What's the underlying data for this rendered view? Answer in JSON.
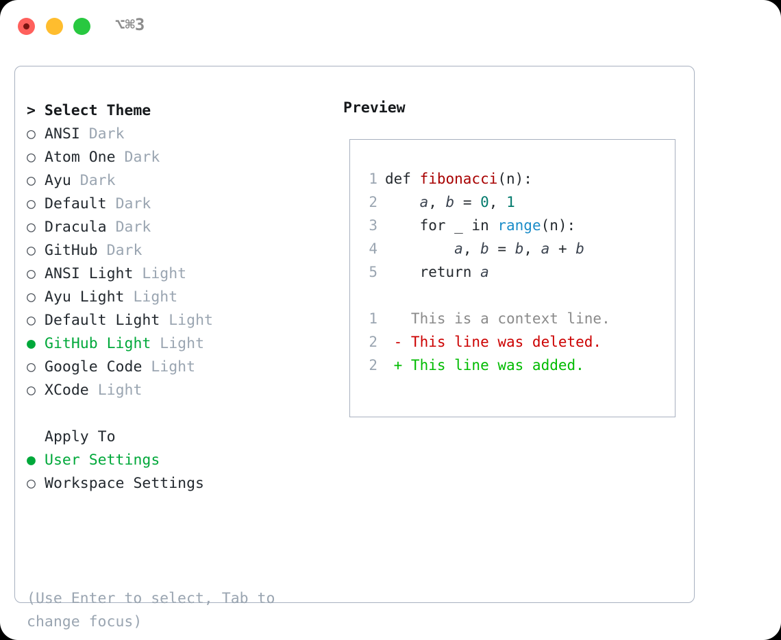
{
  "titlebar": {
    "shortcut": "⌥⌘3",
    "buttons": [
      {
        "name": "close",
        "color": "#ff605c"
      },
      {
        "name": "minimize",
        "color": "#ffbd2e"
      },
      {
        "name": "maximize",
        "color": "#28c840"
      }
    ]
  },
  "colors": {
    "selection_green": "#00a83a",
    "muted": "#9aa5b1",
    "border": "#a7b0bf",
    "diff_deleted": "#cc0000",
    "diff_added": "#00bb00"
  },
  "theme_list": {
    "heading": "> Select Theme",
    "bullet_selected": "●",
    "bullet_unselected": "○",
    "items": [
      {
        "name": "ANSI",
        "badge": "Dark",
        "selected": false
      },
      {
        "name": "Atom One",
        "badge": "Dark",
        "selected": false
      },
      {
        "name": "Ayu",
        "badge": "Dark",
        "selected": false
      },
      {
        "name": "Default",
        "badge": "Dark",
        "selected": false
      },
      {
        "name": "Dracula",
        "badge": "Dark",
        "selected": false
      },
      {
        "name": "GitHub",
        "badge": "Dark",
        "selected": false
      },
      {
        "name": "ANSI Light",
        "badge": "Light",
        "selected": false
      },
      {
        "name": "Ayu Light",
        "badge": "Light",
        "selected": false
      },
      {
        "name": "Default Light",
        "badge": "Light",
        "selected": false
      },
      {
        "name": "GitHub Light",
        "badge": "Light",
        "selected": true
      },
      {
        "name": "Google Code",
        "badge": "Light",
        "selected": false
      },
      {
        "name": "XCode",
        "badge": "Light",
        "selected": false
      }
    ]
  },
  "apply_to": {
    "heading": "Apply To",
    "items": [
      {
        "name": "User Settings",
        "selected": true
      },
      {
        "name": "Workspace Settings",
        "selected": false
      }
    ]
  },
  "hint": "(Use Enter to select, Tab to change focus)",
  "preview": {
    "title": "Preview",
    "code_lines": [
      {
        "num": "1",
        "tokens": [
          {
            "t": "def ",
            "c": "kw"
          },
          {
            "t": "fibonacci",
            "c": "fn"
          },
          {
            "t": "(n):",
            "c": "pl"
          }
        ]
      },
      {
        "num": "2",
        "tokens": [
          {
            "t": "    ",
            "c": "pl"
          },
          {
            "t": "a",
            "c": "var"
          },
          {
            "t": ", ",
            "c": "pl"
          },
          {
            "t": "b",
            "c": "var"
          },
          {
            "t": " = ",
            "c": "pl"
          },
          {
            "t": "0",
            "c": "num"
          },
          {
            "t": ", ",
            "c": "pl"
          },
          {
            "t": "1",
            "c": "num"
          }
        ]
      },
      {
        "num": "3",
        "tokens": [
          {
            "t": "    for _ in ",
            "c": "kw"
          },
          {
            "t": "range",
            "c": "bi"
          },
          {
            "t": "(n):",
            "c": "pl"
          }
        ]
      },
      {
        "num": "4",
        "tokens": [
          {
            "t": "        ",
            "c": "pl"
          },
          {
            "t": "a",
            "c": "var"
          },
          {
            "t": ", ",
            "c": "pl"
          },
          {
            "t": "b",
            "c": "var"
          },
          {
            "t": " = ",
            "c": "pl"
          },
          {
            "t": "b",
            "c": "var"
          },
          {
            "t": ", ",
            "c": "pl"
          },
          {
            "t": "a",
            "c": "var"
          },
          {
            "t": " + ",
            "c": "pl"
          },
          {
            "t": "b",
            "c": "var"
          }
        ]
      },
      {
        "num": "5",
        "tokens": [
          {
            "t": "    return ",
            "c": "kw"
          },
          {
            "t": "a",
            "c": "var"
          }
        ]
      },
      {
        "num": "",
        "tokens": []
      },
      {
        "num": "1",
        "tokens": [
          {
            "t": "   This is a context line.",
            "c": "ctx"
          }
        ]
      },
      {
        "num": "2",
        "tokens": [
          {
            "t": " - This line was deleted.",
            "c": "del"
          }
        ]
      },
      {
        "num": "2",
        "tokens": [
          {
            "t": " + This line was added.",
            "c": "add"
          }
        ]
      }
    ]
  }
}
